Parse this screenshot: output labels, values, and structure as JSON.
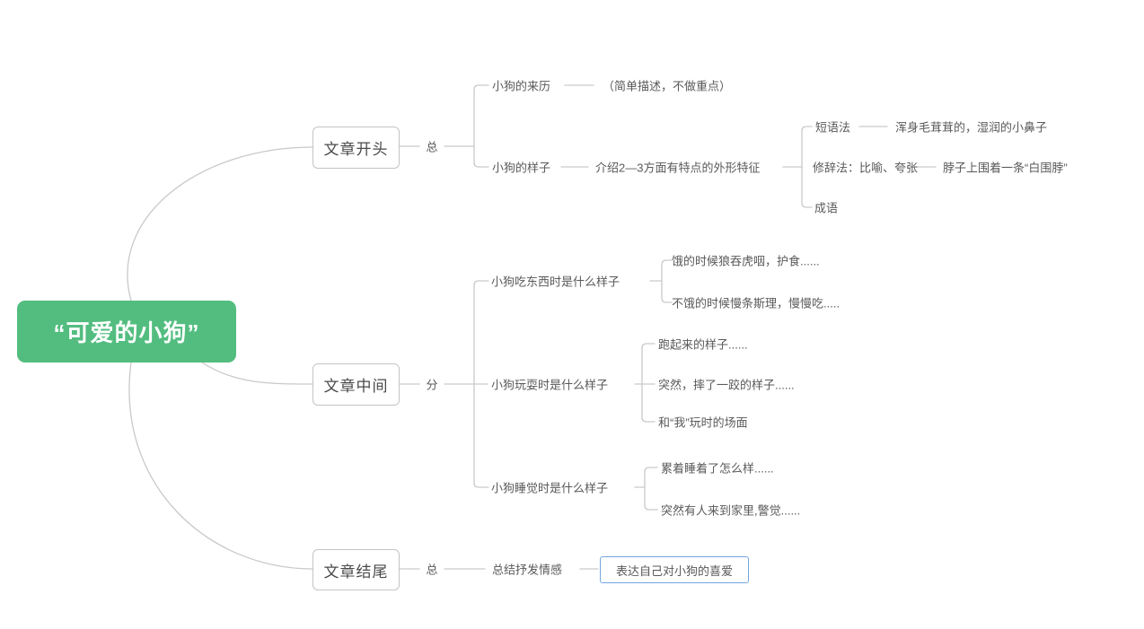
{
  "mindmap": {
    "root": "“可爱的小狗”",
    "branches": [
      {
        "title": "文章开头",
        "tag": "总",
        "children": [
          {
            "label": "小狗的来历",
            "note": "（简单描述，不做重点）"
          },
          {
            "label": "小狗的样子",
            "note": "介绍2—3方面有特点的外形特征",
            "children": [
              {
                "label": "短语法",
                "note": "浑身毛茸茸的，湿润的小鼻子"
              },
              {
                "label": "修辞法：比喻、夸张",
                "note": "脖子上围着一条“白围脖”"
              },
              {
                "label": "成语"
              }
            ]
          }
        ]
      },
      {
        "title": "文章中间",
        "tag": "分",
        "children": [
          {
            "label": "小狗吃东西时是什么样子",
            "children": [
              {
                "label": "饿的时候狼吞虎咽，护食......"
              },
              {
                "label": "不饿的时候慢条斯理，慢慢吃....."
              }
            ]
          },
          {
            "label": "小狗玩耍时是什么样子",
            "children": [
              {
                "label": "跑起来的样子......"
              },
              {
                "label": "突然，摔了一跤的样子......"
              },
              {
                "label": "和“我”玩时的场面"
              }
            ]
          },
          {
            "label": "小狗睡觉时是什么样子",
            "children": [
              {
                "label": "累着睡着了怎么样......"
              },
              {
                "label": "突然有人来到家里,警觉......"
              }
            ]
          }
        ]
      },
      {
        "title": "文章结尾",
        "tag": "总",
        "children": [
          {
            "label": "总结抒发情感",
            "children": [
              {
                "label": "表达自己对小狗的喜爱"
              }
            ]
          }
        ]
      }
    ]
  },
  "colors": {
    "root_bg": "#53bd80",
    "highlight_border": "#73a7e0",
    "line": "#c9c9c9"
  }
}
